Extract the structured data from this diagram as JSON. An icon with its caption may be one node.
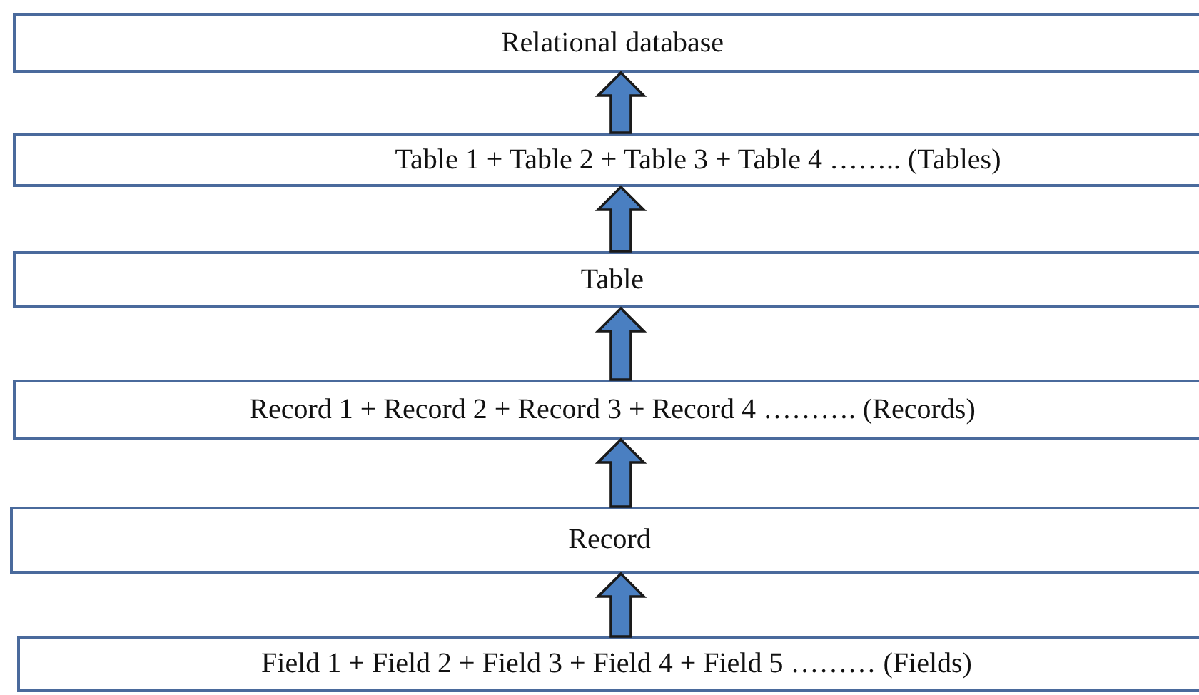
{
  "diagram": {
    "nodes": [
      {
        "text": [
          "Relational database"
        ]
      },
      {
        "text": [
          "Table 1 + Table 2 + Table 3 + Table 4 …….. (Tables)"
        ]
      },
      {
        "text": [
          "Table"
        ]
      },
      {
        "text": [
          "Record 1 + Record 2 + Record 3 + Record 4 ………. (Records)"
        ]
      },
      {
        "text": [
          "Record"
        ]
      },
      {
        "text": [
          "Field 1 + Field 2 + Field 3 + Field 4 + Field 5 ……… (Fields)"
        ]
      }
    ],
    "edges": [
      {
        "from": 1,
        "to": 0,
        "arrow": "to"
      },
      {
        "from": 2,
        "to": 1,
        "arrow": "to"
      },
      {
        "from": 3,
        "to": 2,
        "arrow": "to"
      },
      {
        "from": 4,
        "to": 3,
        "arrow": "to"
      },
      {
        "from": 5,
        "to": 4,
        "arrow": "to"
      }
    ]
  }
}
